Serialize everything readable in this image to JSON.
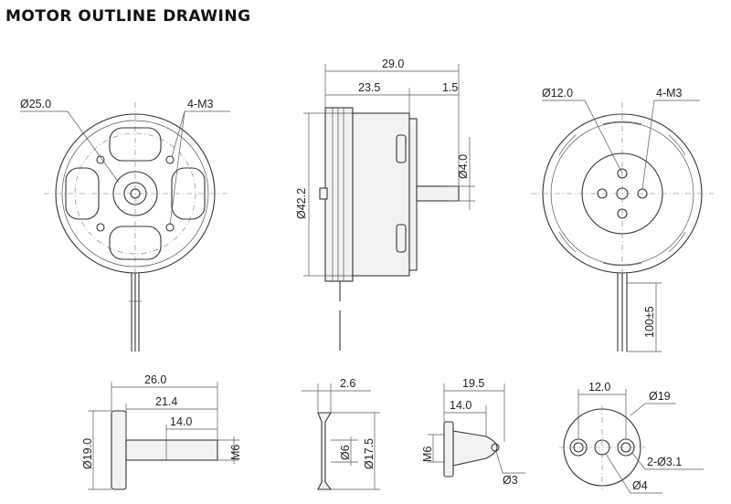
{
  "title": "MOTOR OUTLINE DRAWING",
  "front_view": {
    "dia_body": "Ø25.0",
    "holes": "4-M3"
  },
  "side_view": {
    "overall_length": "29.0",
    "body_length": "23.5",
    "shaft_step": "1.5",
    "shaft_dia": "Ø4.0",
    "body_dia": "Ø42.2"
  },
  "rear_view": {
    "dia_bolt_circle": "Ø12.0",
    "holes": "4-M3",
    "lead_length": "100±5"
  },
  "prop_adapter": {
    "length_overall": "26.0",
    "length_mid": "21.4",
    "thread_length": "14.0",
    "flange_dia": "Ø19.0",
    "thread": "M6"
  },
  "washer": {
    "thickness": "2.6",
    "bore": "Ø6",
    "outer_dia": "Ø17.5"
  },
  "nut": {
    "length_overall": "19.5",
    "length_body": "14.0",
    "thread": "M6",
    "hole": "Ø3"
  },
  "flange": {
    "bolt_circle": "12.0",
    "outer_dia": "Ø19",
    "holes": "2-Ø3.1",
    "center_hole": "Ø4"
  }
}
